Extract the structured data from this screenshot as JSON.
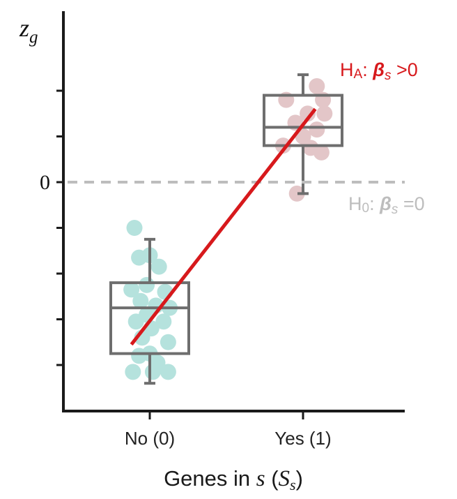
{
  "chart_data": {
    "type": "box",
    "categories": [
      "No (0)",
      "Yes (1)"
    ],
    "x": [
      0,
      1
    ],
    "ylabel_var": "z",
    "ylabel_sub": "g",
    "xlabel": {
      "prefix": "Genes in ",
      "var": "s",
      "open": " (",
      "set": "S",
      "set_sub": "s",
      "close": ")"
    },
    "zero_label": "0",
    "ylim": [
      -5.0,
      3.7
    ],
    "y_minor_ticks": [
      -4,
      -3,
      -2,
      -1,
      1,
      2
    ],
    "groups": [
      {
        "name": "No (0)",
        "color": "#b5e2dd",
        "box": {
          "whisker_low": -4.4,
          "q1": -3.75,
          "median": -2.75,
          "q3": -2.2,
          "whisker_high": -1.25
        },
        "points": [
          {
            "x": -0.1,
            "y": -1.0
          },
          {
            "x": -0.07,
            "y": -1.65
          },
          {
            "x": 0.0,
            "y": -1.6
          },
          {
            "x": 0.06,
            "y": -1.85
          },
          {
            "x": -0.12,
            "y": -2.35
          },
          {
            "x": -0.02,
            "y": -2.25
          },
          {
            "x": 0.1,
            "y": -2.4
          },
          {
            "x": -0.06,
            "y": -2.6
          },
          {
            "x": 0.04,
            "y": -2.7
          },
          {
            "x": 0.13,
            "y": -2.75
          },
          {
            "x": -0.02,
            "y": -2.9
          },
          {
            "x": -0.09,
            "y": -3.05
          },
          {
            "x": 0.09,
            "y": -3.05
          },
          {
            "x": 0.01,
            "y": -3.2
          },
          {
            "x": -0.05,
            "y": -3.4
          },
          {
            "x": 0.12,
            "y": -3.5
          },
          {
            "x": 0.0,
            "y": -3.75
          },
          {
            "x": -0.07,
            "y": -3.8
          },
          {
            "x": 0.05,
            "y": -3.95
          },
          {
            "x": -0.11,
            "y": -4.15
          },
          {
            "x": 0.02,
            "y": -4.15
          },
          {
            "x": 0.12,
            "y": -4.15
          }
        ]
      },
      {
        "name": "Yes (1)",
        "color": "#e3c6c8",
        "box": {
          "whisker_low": -0.25,
          "q1": 0.8,
          "median": 1.2,
          "q3": 1.9,
          "whisker_high": 2.35
        },
        "points": [
          {
            "x": 0.09,
            "y": 2.1
          },
          {
            "x": -0.11,
            "y": 1.8
          },
          {
            "x": 0.13,
            "y": 1.8
          },
          {
            "x": 0.03,
            "y": 1.5
          },
          {
            "x": 0.14,
            "y": 1.5
          },
          {
            "x": -0.05,
            "y": 1.3
          },
          {
            "x": 0.09,
            "y": 1.15
          },
          {
            "x": 0.0,
            "y": 1.0
          },
          {
            "x": -0.13,
            "y": 0.8
          },
          {
            "x": 0.05,
            "y": 0.75
          },
          {
            "x": 0.12,
            "y": 0.65
          },
          {
            "x": -0.04,
            "y": -0.25
          }
        ]
      }
    ],
    "fit_line": {
      "x": [
        -0.12,
        1.08
      ],
      "y": [
        -3.55,
        1.6
      ],
      "color": "#d7191c"
    },
    "reference_line": {
      "y": 0,
      "color": "#bdbdbd",
      "dashed": true
    },
    "annotations": {
      "ha": {
        "h": "H",
        "sub": "A",
        "colon": ": ",
        "beta": "β",
        "beta_sub": "s",
        "rel": " >0",
        "color": "#d7191c"
      },
      "h0": {
        "h": "H",
        "sub": "0",
        "colon": ": ",
        "beta": "β",
        "beta_sub": "s",
        "rel": " =0",
        "color": "#bdbdbd"
      }
    },
    "grid": false
  }
}
